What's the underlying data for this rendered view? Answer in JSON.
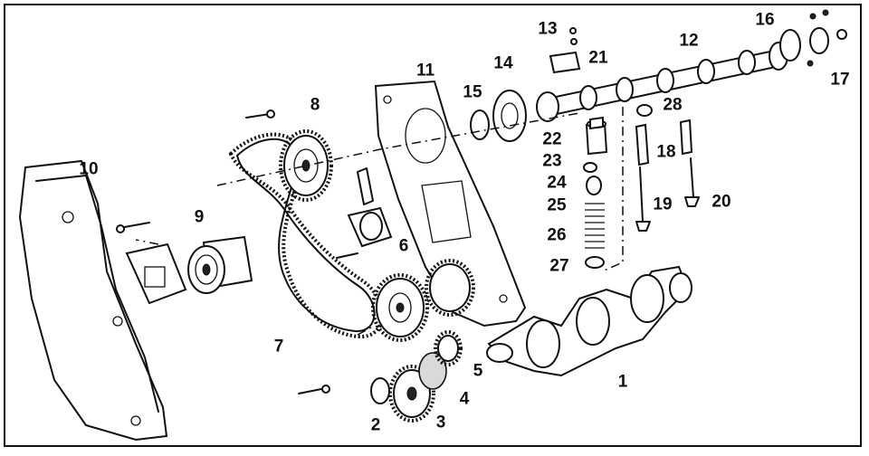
{
  "callouts": [
    "1",
    "2",
    "3",
    "4",
    "5",
    "6",
    "7",
    "8",
    "9",
    "10",
    "11",
    "12",
    "13",
    "14",
    "15",
    "16",
    "17",
    "18",
    "19",
    "20",
    "21",
    "22",
    "23",
    "24",
    "25",
    "26",
    "27",
    "28"
  ]
}
